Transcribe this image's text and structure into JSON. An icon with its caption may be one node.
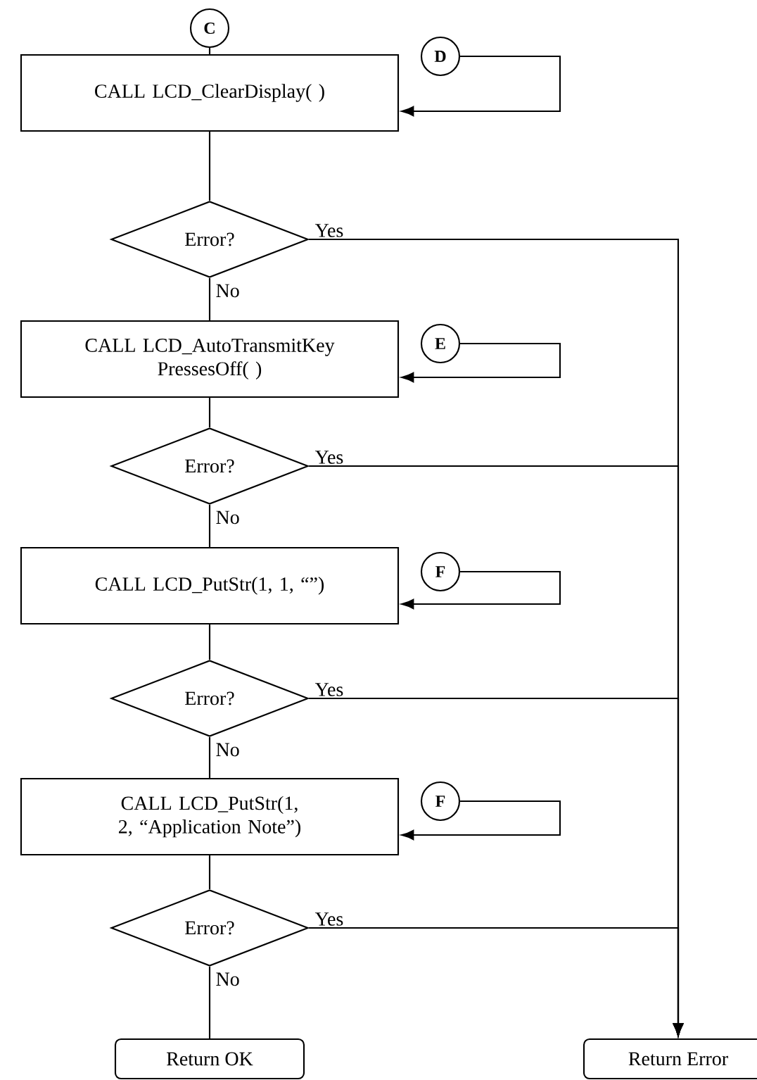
{
  "diagram": {
    "nodes": [
      {
        "text": [
          "C"
        ]
      },
      {
        "text": [
          "CALL LCD_ClearDisplay( )"
        ]
      },
      {
        "text": [
          "D"
        ]
      },
      {
        "text": [
          "Error?"
        ]
      },
      {
        "text": [
          "CALL LCD_AutoTransmitKey PressesOff( )"
        ]
      },
      {
        "text": [
          "E"
        ]
      },
      {
        "text": [
          "Error?"
        ]
      },
      {
        "text": [
          "CALL LCD_PutStr(1, 1, “”)"
        ]
      },
      {
        "text": [
          "F"
        ]
      },
      {
        "text": [
          "Error?"
        ]
      },
      {
        "text": [
          "CALL LCD_PutStr(1, 2, “Application Note”)"
        ]
      },
      {
        "text": [
          "F"
        ]
      },
      {
        "text": [
          "Error?"
        ]
      },
      {
        "text": [
          "Return OK"
        ]
      },
      {
        "text": [
          "Return Error"
        ]
      }
    ],
    "edges": [
      {
        "from": 0,
        "to": 1,
        "arrow": "none"
      },
      {
        "from": 2,
        "to": 1,
        "arrow": "to"
      },
      {
        "from": 1,
        "to": 3,
        "arrow": "none"
      },
      {
        "from": 3,
        "to": 4,
        "arrow": "none",
        "label": "No"
      },
      {
        "from": 3,
        "to": 14,
        "arrow": "to",
        "label": "Yes"
      },
      {
        "from": 5,
        "to": 4,
        "arrow": "to"
      },
      {
        "from": 4,
        "to": 6,
        "arrow": "none"
      },
      {
        "from": 6,
        "to": 7,
        "arrow": "none",
        "label": "No"
      },
      {
        "from": 6,
        "to": 14,
        "arrow": "to",
        "label": "Yes"
      },
      {
        "from": 8,
        "to": 7,
        "arrow": "to"
      },
      {
        "from": 7,
        "to": 9,
        "arrow": "none"
      },
      {
        "from": 9,
        "to": 10,
        "arrow": "none",
        "label": "No"
      },
      {
        "from": 9,
        "to": 14,
        "arrow": "to",
        "label": "Yes"
      },
      {
        "from": 11,
        "to": 10,
        "arrow": "to"
      },
      {
        "from": 10,
        "to": 12,
        "arrow": "none"
      },
      {
        "from": 12,
        "to": 13,
        "arrow": "none",
        "label": "No"
      },
      {
        "from": 12,
        "to": 14,
        "arrow": "to",
        "label": "Yes"
      }
    ]
  }
}
